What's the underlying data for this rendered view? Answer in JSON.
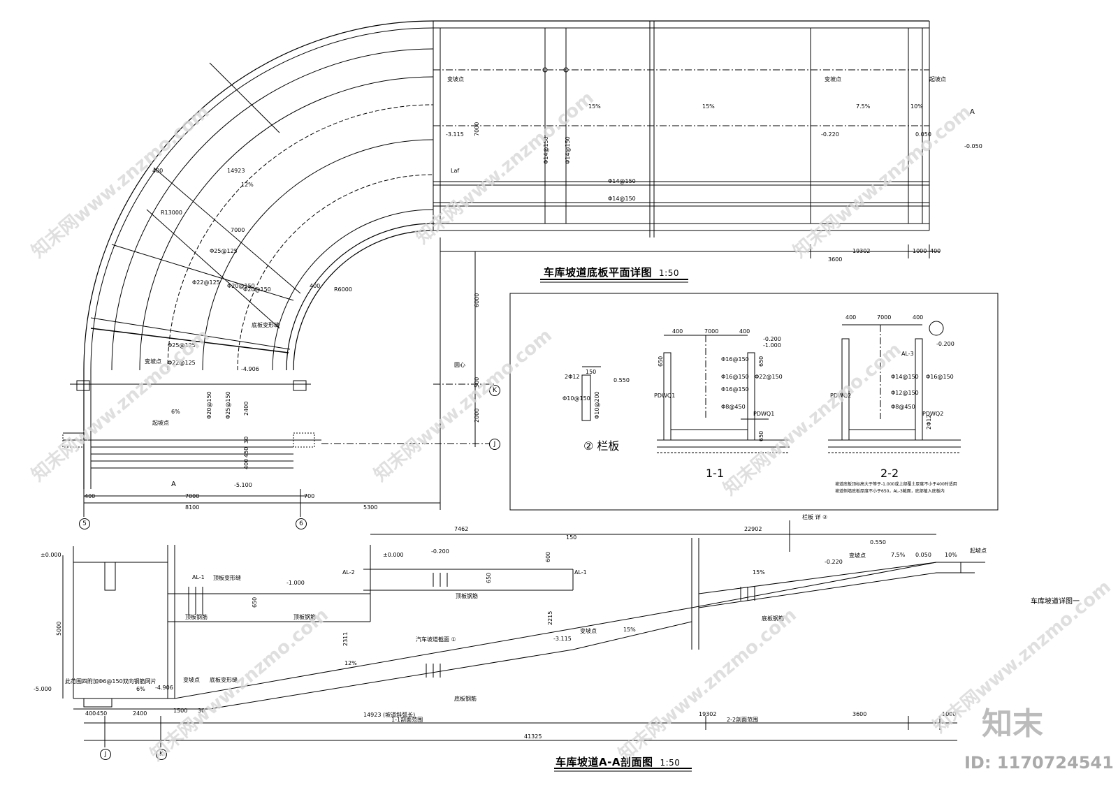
{
  "titles": {
    "plan": "车库坡道底板平面详图",
    "plan_scale": "1:50",
    "section": "车库坡道A-A剖面图",
    "section_scale": "1:50",
    "detail_11": "1-1",
    "detail_22": "2-2",
    "parapet": "② 栏板",
    "side_note": "车库坡道详图一"
  },
  "plan": {
    "dims_bottom": [
      "19302",
      "3600",
      "1000",
      "400"
    ],
    "dims_left_bottom": [
      "400",
      "7000",
      "700",
      "8100",
      "5300"
    ],
    "dims_vertical": [
      "7000",
      "6000",
      "500",
      "2000",
      "2400",
      "450",
      "400",
      "30"
    ],
    "slopes": [
      "15%",
      "15%",
      "7.5%",
      "10%",
      "12%",
      "6%"
    ],
    "elevations": [
      "-3.115",
      "-0.220",
      "0.050",
      "-0.050",
      "-4.906",
      "-5.100"
    ],
    "labels": [
      "变坡点",
      "变坡点",
      "起坡点",
      "Laf",
      "底板变形缝",
      "变坡点",
      "起坡点",
      "圆心",
      "A",
      "A"
    ],
    "rebar": [
      "Φ14@150",
      "Φ14@150",
      "Φ14@150",
      "Φ14@150",
      "Φ25@125",
      "Φ22@125",
      "Φ20@150",
      "Φ20@150",
      "Φ25@125",
      "Φ22@125",
      "Φ20@150",
      "Φ25@150"
    ],
    "arc_dims": [
      "14923",
      "R13000",
      "R6000",
      "7000",
      "400",
      "400"
    ],
    "axes": [
      "K",
      "J",
      "5",
      "6"
    ]
  },
  "details": {
    "d11_dims": [
      "400",
      "7000",
      "400",
      "650",
      "650",
      "650"
    ],
    "d11_labels": [
      "PDWQ1",
      "PDWQ1",
      "Φ16@150",
      "Φ22@150",
      "Φ8@450",
      "Φ16@150",
      "Φ16@150",
      "-0.200",
      "-1.000"
    ],
    "d22_dims": [
      "400",
      "7000",
      "400",
      "2Φ12"
    ],
    "d22_labels": [
      "AL-3",
      "PDWQ2",
      "PDWQ2",
      "Φ14@150",
      "Φ16@150",
      "Φ8@450",
      "Φ12@150",
      "-0.200"
    ],
    "parapet_labels": [
      "2Φ12",
      "150",
      "0.550",
      "Φ10@150",
      "Φ10@200"
    ],
    "notes": [
      "坡道底板顶标高大于等于-1.000或上部覆土厚度不小于400时适用",
      "坡道侧墙底板厚度不小于650，AL-3截面，底部植入底板内"
    ]
  },
  "section": {
    "dims_top": [
      "7462",
      "150",
      "22902",
      "600",
      "650",
      "650",
      "2215",
      "2311",
      "5000"
    ],
    "dims_bottom": [
      "400",
      "450",
      "2400",
      "14923 (坡道斜弧长)",
      "19302",
      "3600",
      "1000",
      "41325",
      "1500",
      "30"
    ],
    "elevations": [
      "±0.000",
      "±0.000",
      "-0.200",
      "-1.000",
      "-3.115",
      "-4.906",
      "-5.000",
      "-0.220",
      "0.550",
      "0.050"
    ],
    "slopes": [
      "15%",
      "15%",
      "7.5%",
      "10%",
      "12%",
      "6%"
    ],
    "labels": [
      "AL-1",
      "顶板变形缝",
      "AL-2",
      "AL-1",
      "顶板钢筋",
      "顶板钢筋",
      "顶板钢筋",
      "汽车坡道截面 ①",
      "底板钢筋",
      "底板钢筋",
      "此范围四附加Φ6@150双向钢筋网片",
      "变坡点",
      "底板变形缝",
      "变坡点",
      "变坡点",
      "起坡点",
      "栏板 详 ②",
      "1-1剖面范围",
      "2-2剖面范围"
    ],
    "axes": [
      "J",
      "K"
    ]
  },
  "watermark": {
    "text": "知末网www.znzmo.com",
    "brand": "知末",
    "id": "ID: 1170724541"
  }
}
